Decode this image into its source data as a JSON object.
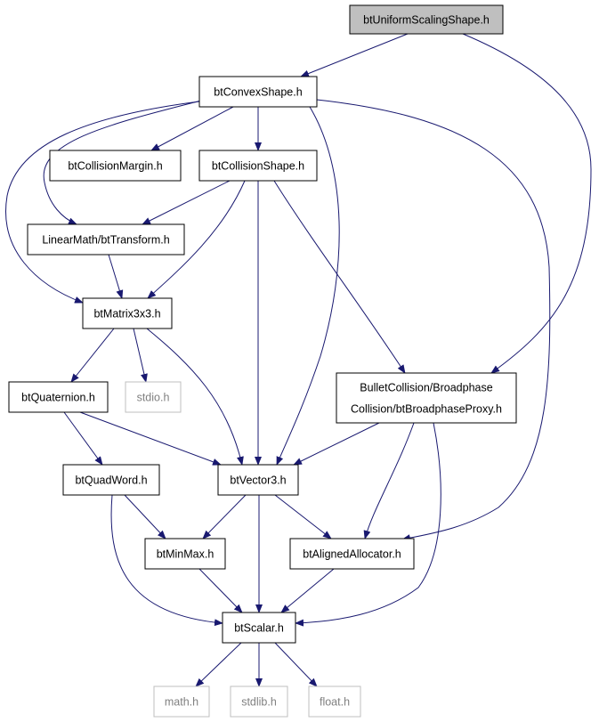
{
  "colors": {
    "edge": "#191970",
    "node_border": "#000000",
    "node_border_external": "#bfbfbf",
    "node_fill": "#ffffff",
    "node_fill_root": "#bfbfbf",
    "label_external": "#808080"
  },
  "nodes": [
    {
      "id": "btUniformScalingShape",
      "lines": [
        "btUniformScalingShape.h"
      ],
      "kind": "root"
    },
    {
      "id": "btConvexShape",
      "lines": [
        "btConvexShape.h"
      ],
      "kind": "normal"
    },
    {
      "id": "btCollisionMargin",
      "lines": [
        "btCollisionMargin.h"
      ],
      "kind": "normal"
    },
    {
      "id": "btCollisionShape",
      "lines": [
        "btCollisionShape.h"
      ],
      "kind": "normal"
    },
    {
      "id": "btTransform",
      "lines": [
        "LinearMath/btTransform.h"
      ],
      "kind": "normal"
    },
    {
      "id": "btMatrix3x3",
      "lines": [
        "btMatrix3x3.h"
      ],
      "kind": "normal"
    },
    {
      "id": "btQuaternion",
      "lines": [
        "btQuaternion.h"
      ],
      "kind": "normal"
    },
    {
      "id": "stdio",
      "lines": [
        "stdio.h"
      ],
      "kind": "external"
    },
    {
      "id": "btBroadphaseProxy",
      "lines": [
        "BulletCollision/Broadphase",
        "Collision/btBroadphaseProxy.h"
      ],
      "kind": "normal"
    },
    {
      "id": "btQuadWord",
      "lines": [
        "btQuadWord.h"
      ],
      "kind": "normal"
    },
    {
      "id": "btVector3",
      "lines": [
        "btVector3.h"
      ],
      "kind": "normal"
    },
    {
      "id": "btMinMax",
      "lines": [
        "btMinMax.h"
      ],
      "kind": "normal"
    },
    {
      "id": "btAlignedAllocator",
      "lines": [
        "btAlignedAllocator.h"
      ],
      "kind": "normal"
    },
    {
      "id": "btScalar",
      "lines": [
        "btScalar.h"
      ],
      "kind": "normal"
    },
    {
      "id": "math",
      "lines": [
        "math.h"
      ],
      "kind": "external"
    },
    {
      "id": "stdlib",
      "lines": [
        "stdlib.h"
      ],
      "kind": "external"
    },
    {
      "id": "float",
      "lines": [
        "float.h"
      ],
      "kind": "external"
    }
  ],
  "edges": [
    {
      "from": "btUniformScalingShape",
      "to": "btConvexShape"
    },
    {
      "from": "btUniformScalingShape",
      "to": "btBroadphaseProxy"
    },
    {
      "from": "btConvexShape",
      "to": "btCollisionMargin"
    },
    {
      "from": "btConvexShape",
      "to": "btCollisionShape"
    },
    {
      "from": "btConvexShape",
      "to": "btTransform"
    },
    {
      "from": "btConvexShape",
      "to": "btMatrix3x3"
    },
    {
      "from": "btConvexShape",
      "to": "btVector3"
    },
    {
      "from": "btConvexShape",
      "to": "btAlignedAllocator"
    },
    {
      "from": "btCollisionShape",
      "to": "btTransform"
    },
    {
      "from": "btCollisionShape",
      "to": "btMatrix3x3"
    },
    {
      "from": "btCollisionShape",
      "to": "btVector3"
    },
    {
      "from": "btCollisionShape",
      "to": "btBroadphaseProxy"
    },
    {
      "from": "btTransform",
      "to": "btMatrix3x3"
    },
    {
      "from": "btMatrix3x3",
      "to": "btQuaternion"
    },
    {
      "from": "btMatrix3x3",
      "to": "stdio"
    },
    {
      "from": "btMatrix3x3",
      "to": "btVector3"
    },
    {
      "from": "btQuaternion",
      "to": "btQuadWord"
    },
    {
      "from": "btQuaternion",
      "to": "btVector3"
    },
    {
      "from": "btBroadphaseProxy",
      "to": "btVector3"
    },
    {
      "from": "btBroadphaseProxy",
      "to": "btAlignedAllocator"
    },
    {
      "from": "btBroadphaseProxy",
      "to": "btScalar"
    },
    {
      "from": "btQuadWord",
      "to": "btMinMax"
    },
    {
      "from": "btQuadWord",
      "to": "btScalar"
    },
    {
      "from": "btVector3",
      "to": "btMinMax"
    },
    {
      "from": "btVector3",
      "to": "btAlignedAllocator"
    },
    {
      "from": "btVector3",
      "to": "btScalar"
    },
    {
      "from": "btMinMax",
      "to": "btScalar"
    },
    {
      "from": "btAlignedAllocator",
      "to": "btScalar"
    },
    {
      "from": "btScalar",
      "to": "math"
    },
    {
      "from": "btScalar",
      "to": "stdlib"
    },
    {
      "from": "btScalar",
      "to": "float"
    }
  ]
}
